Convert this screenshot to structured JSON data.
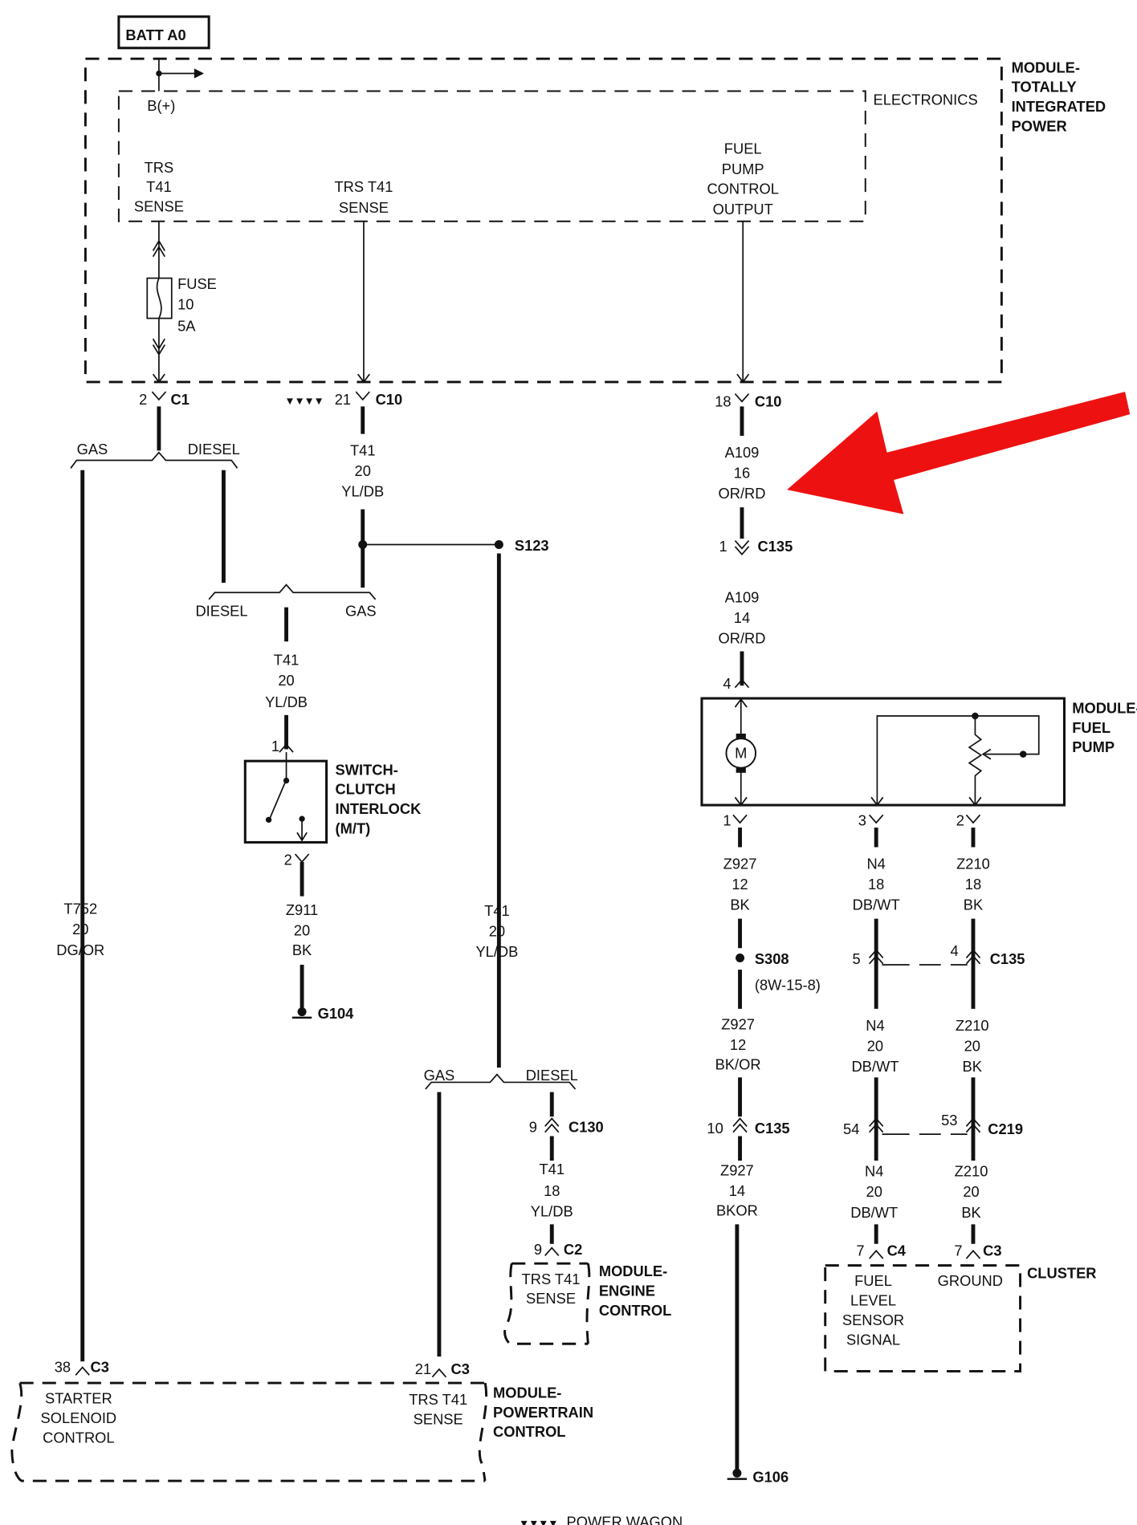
{
  "battery": {
    "label": "BATT A0"
  },
  "tipm": {
    "name": [
      "MODULE-",
      "TOTALLY",
      "INTEGRATED",
      "POWER"
    ],
    "electronics": "ELECTRONICS",
    "bplus": "B(+)",
    "pin_trs_fused": [
      "TRS",
      "T41",
      "SENSE"
    ],
    "pin_trs": [
      "TRS T41",
      "SENSE"
    ],
    "pin_fuel": [
      "FUEL",
      "PUMP",
      "CONTROL",
      "OUTPUT"
    ],
    "fuse": [
      "FUSE",
      "10",
      "5A"
    ]
  },
  "connectors": {
    "c1": {
      "pin": "2",
      "name": "C1"
    },
    "c10a": {
      "pin": "21",
      "name": "C10"
    },
    "c10b": {
      "pin": "18",
      "name": "C10"
    },
    "c135_1": {
      "pin": "1",
      "name": "C135"
    },
    "fp4": {
      "pin": "4"
    },
    "fp1": {
      "pin": "1"
    },
    "fp3": {
      "pin": "3"
    },
    "fp2": {
      "pin": "2"
    },
    "c135_5_4": {
      "pin_a": "5",
      "pin_b": "4",
      "name": "C135"
    },
    "c135_10": {
      "pin": "10",
      "name": "C135"
    },
    "c219": {
      "pin_a": "54",
      "pin_b": "53",
      "name": "C219"
    },
    "c4": {
      "pin": "7",
      "name": "C4"
    },
    "c3_cluster": {
      "pin": "7",
      "name": "C3"
    },
    "sw1": {
      "pin": "1"
    },
    "sw2": {
      "pin": "2"
    },
    "c130": {
      "pin": "9",
      "name": "C130"
    },
    "c2": {
      "pin": "9",
      "name": "C2"
    },
    "c3_38": {
      "pin": "38",
      "name": "C3"
    },
    "c3_21": {
      "pin": "21",
      "name": "C3"
    }
  },
  "power_wagon_marker": "▼▼▼▼",
  "splits": {
    "top": {
      "left": "GAS",
      "right": "DIESEL"
    },
    "mid": {
      "left": "DIESEL",
      "right": "GAS"
    },
    "low": {
      "left": "GAS",
      "right": "DIESEL"
    }
  },
  "wires": {
    "t752": [
      "T752",
      "20",
      "DG/OR"
    ],
    "t41_a": [
      "T41",
      "20",
      "YL/DB"
    ],
    "t41_b": [
      "T41",
      "20",
      "YL/DB"
    ],
    "t41_c": [
      "T41",
      "20",
      "YL/DB"
    ],
    "t41_d": [
      "T41",
      "18",
      "YL/DB"
    ],
    "z911": [
      "Z911",
      "20",
      "BK"
    ],
    "a109_a": [
      "A109",
      "16",
      "OR/RD"
    ],
    "a109_b": [
      "A109",
      "14",
      "OR/RD"
    ],
    "z927_a": [
      "Z927",
      "12",
      "BK"
    ],
    "z927_b": [
      "Z927",
      "12",
      "BK/OR"
    ],
    "z927_c": [
      "Z927",
      "14",
      "BKOR"
    ],
    "n4_a": [
      "N4",
      "18",
      "DB/WT"
    ],
    "n4_b": [
      "N4",
      "20",
      "DB/WT"
    ],
    "n4_c": [
      "N4",
      "20",
      "DB/WT"
    ],
    "z210_a": [
      "Z210",
      "18",
      "BK"
    ],
    "z210_b": [
      "Z210",
      "20",
      "BK"
    ],
    "z210_c": [
      "Z210",
      "20",
      "BK"
    ]
  },
  "splices": {
    "s123": "S123",
    "s308": "S308",
    "s308_ref": "(8W-15-8)"
  },
  "grounds": {
    "g104": "G104",
    "g106": "G106"
  },
  "switch": {
    "name": [
      "SWITCH-",
      "CLUTCH",
      "INTERLOCK",
      "(M/T)"
    ]
  },
  "fuel_pump": {
    "name": [
      "MODULE-",
      "FUEL",
      "PUMP"
    ],
    "motor": "M"
  },
  "ecm": {
    "name": [
      "MODULE-",
      "ENGINE",
      "CONTROL"
    ],
    "pin": [
      "TRS T41",
      "SENSE"
    ]
  },
  "pcm": {
    "name": [
      "MODULE-",
      "POWERTRAIN",
      "CONTROL"
    ],
    "pin_starter": [
      "STARTER",
      "SOLENOID",
      "CONTROL"
    ],
    "pin_trs": [
      "TRS T41",
      "SENSE"
    ]
  },
  "cluster": {
    "name": "CLUSTER",
    "pin_fuel": [
      "FUEL",
      "LEVEL",
      "SENSOR",
      "SIGNAL"
    ],
    "pin_ground": "GROUND"
  },
  "legend": {
    "marker": "▼▼▼▼",
    "label": "POWER WAGON"
  },
  "colors": {
    "line": "#111111",
    "highlight_arrow": "#ee1111"
  }
}
